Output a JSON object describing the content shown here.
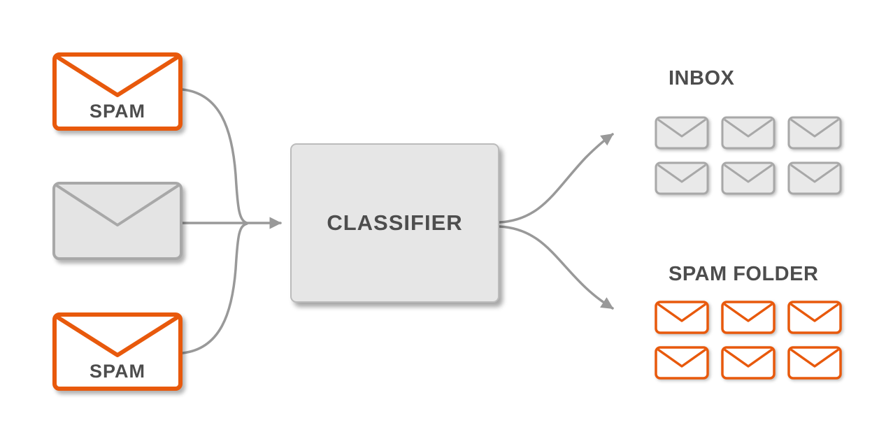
{
  "labels": {
    "classifier": "CLASSIFIER",
    "inbox": "INBOX",
    "spam_folder": "SPAM FOLDER"
  },
  "input_envelopes": [
    {
      "type": "spam",
      "label": "SPAM"
    },
    {
      "type": "normal",
      "label": ""
    },
    {
      "type": "spam",
      "label": "SPAM"
    }
  ],
  "inbox_mail_count": 6,
  "spam_folder_mail_count": 6,
  "colors": {
    "orange": "#E8590C",
    "gray_fill": "#E4E4E4",
    "gray_border": "#A8A8A8",
    "box_fill": "#E6E6E6",
    "box_border": "#BBBBBB",
    "arrow": "#999999",
    "text": "#4D4D4D"
  }
}
